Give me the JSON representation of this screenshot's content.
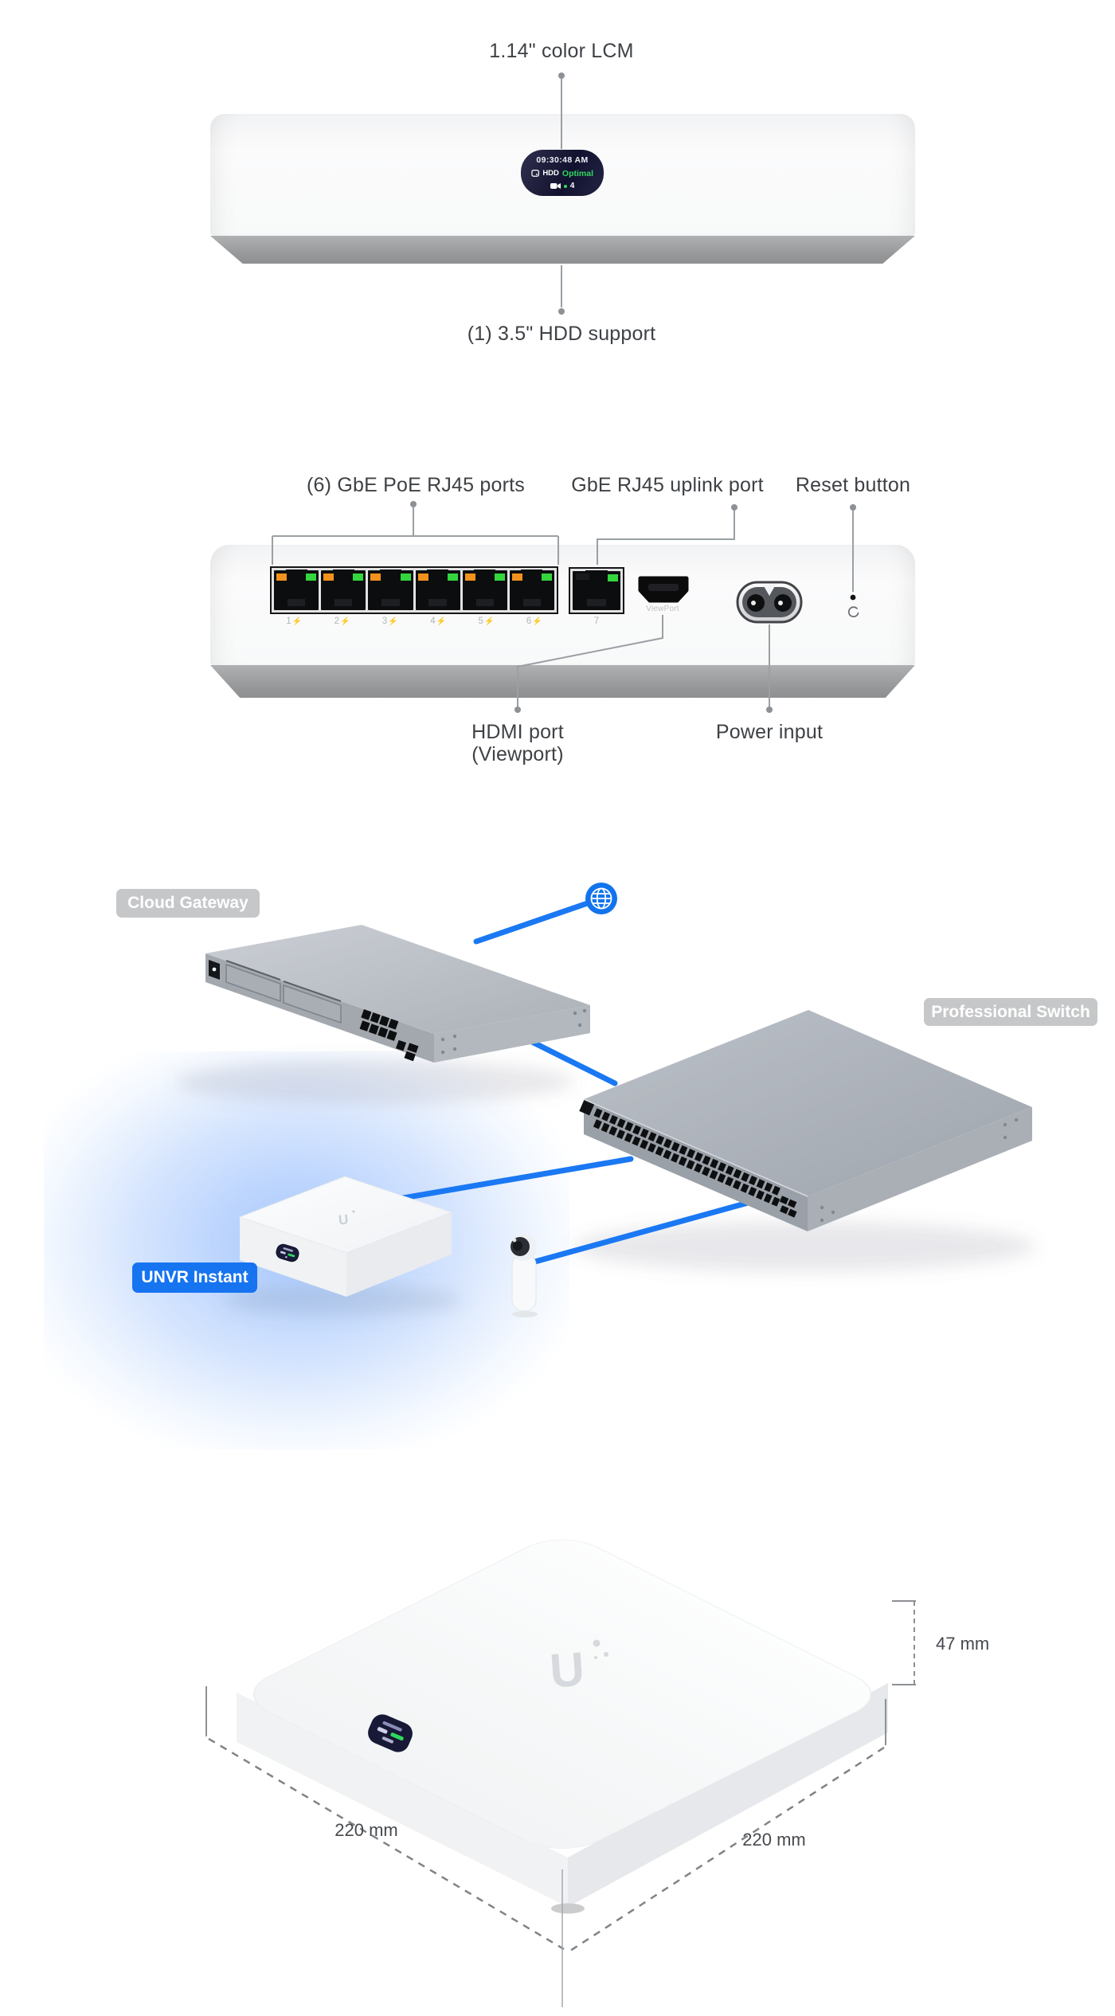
{
  "front_view": {
    "label_top": "1.14\" color LCM",
    "label_bottom": "(1) 3.5\" HDD support",
    "screen": {
      "time": "09:30:48 AM",
      "hdd_label": "HDD",
      "hdd_status": "Optimal",
      "camera_count": "4"
    }
  },
  "back_view": {
    "label_poe_ports": "(6) GbE PoE RJ45 ports",
    "label_uplink": "GbE RJ45 uplink port",
    "label_reset": "Reset button",
    "label_hdmi_1": "HDMI port",
    "label_hdmi_2": "(Viewport)",
    "label_power": "Power input",
    "viewport_caption": "ViewPort",
    "poe_port_numbers": [
      "1",
      "2",
      "3",
      "4",
      "5",
      "6"
    ],
    "poe_bolt": "⚡",
    "uplink_port_number": "7"
  },
  "topology": {
    "badge_cloud_gateway": "Cloud Gateway",
    "badge_professional_switch": "Professional Switch",
    "badge_unvr_instant": "UNVR Instant",
    "logo_letter": "U"
  },
  "dimensions": {
    "height": "47 mm",
    "depth": "220 mm",
    "width": "220 mm"
  },
  "colors": {
    "accent_blue": "#1677F2",
    "led_orange": "#F2921D",
    "led_green": "#33D63D",
    "status_green": "#2FD85D",
    "badge_gray": "#C6C7C9"
  }
}
